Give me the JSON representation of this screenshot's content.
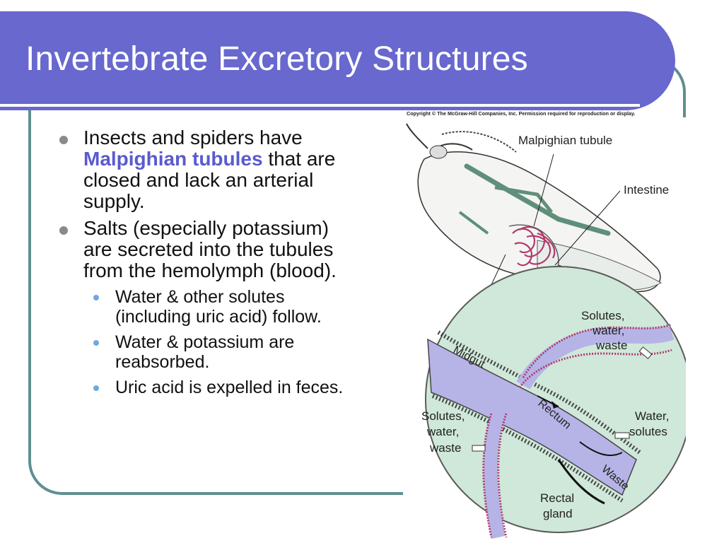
{
  "slide": {
    "title": "Invertebrate Excretory Structures"
  },
  "bullets": {
    "b1_pre": "Insects and spiders have ",
    "b1_highlight": "Malpighian tubules",
    "b1_post": " that are closed and lack an arterial supply.",
    "b2": "Salts (especially potassium) are secreted into the tubules from the hemolymph (blood).",
    "sub1": "Water & other solutes (including uric acid) follow.",
    "sub2": "Water & potassium are reabsorbed.",
    "sub3": "Uric acid is expelled in feces."
  },
  "figure": {
    "copyright": "Copyright © The McGraw-Hill Companies, Inc. Permission required for reproduction or display.",
    "labels": {
      "malpighian_tubule": "Malpighian tubule",
      "intestine": "Intestine",
      "solutes_top_1": "Solutes,",
      "solutes_top_2": "water,",
      "solutes_top_3": "waste",
      "midgut": "Midgut",
      "rectum": "Rectum",
      "solutes_left_1": "Solutes,",
      "solutes_left_2": "water,",
      "solutes_left_3": "waste",
      "water_right_1": "Water,",
      "water_right_2": "solutes",
      "waste": "Waste",
      "rectal_gland_1": "Rectal",
      "rectal_gland_2": "gland"
    }
  },
  "colors": {
    "title_bg": "#6868cf",
    "frame_border": "#5f8f91",
    "highlight_text": "#5a5ad0",
    "circle_fill": "#cfe8d9",
    "gut_fill": "#b6b4e6",
    "tubule_color": "#b03a6e"
  }
}
